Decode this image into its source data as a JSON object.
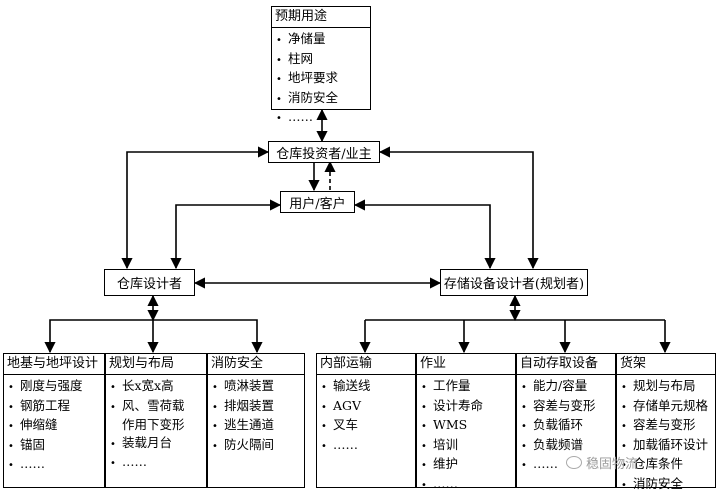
{
  "top_box": {
    "title": "预期用途",
    "items": [
      "净储量",
      "柱网",
      "地坪要求",
      "消防安全",
      "……"
    ]
  },
  "investor": "仓库投资者/业主",
  "user": "用户/客户",
  "designer": "仓库设计者",
  "storage_designer": "存储设备设计者(规划者)",
  "panels": [
    {
      "title": "地基与地坪设计",
      "items": [
        "刚度与强度",
        "钢筋工程",
        "伸缩缝",
        "锚固",
        "……"
      ]
    },
    {
      "title": "规划与布局",
      "items": [
        "长x宽x高",
        "风、雪荷载",
        "作用下变形",
        "装载月台",
        "……"
      ]
    },
    {
      "title": "消防安全",
      "items": [
        "喷淋装置",
        "排烟装置",
        "逃生通道",
        "防火隔间"
      ]
    },
    {
      "title": "内部运输",
      "items": [
        "输送线",
        "AGV",
        "叉车",
        "……"
      ]
    },
    {
      "title": "作业",
      "items": [
        "工作量",
        "设计寿命",
        "WMS",
        "培训",
        "维护",
        "……"
      ]
    },
    {
      "title": "自动存取设备",
      "items": [
        "能力/容量",
        "容差与变形",
        "负载循环",
        "负载频谱",
        "……"
      ]
    },
    {
      "title": "货架",
      "items": [
        "规划与布局",
        "存储单元规格",
        "容差与变形",
        "加载循环设计",
        "仓库条件",
        "消防安全"
      ]
    }
  ],
  "watermark": "稳固物流"
}
